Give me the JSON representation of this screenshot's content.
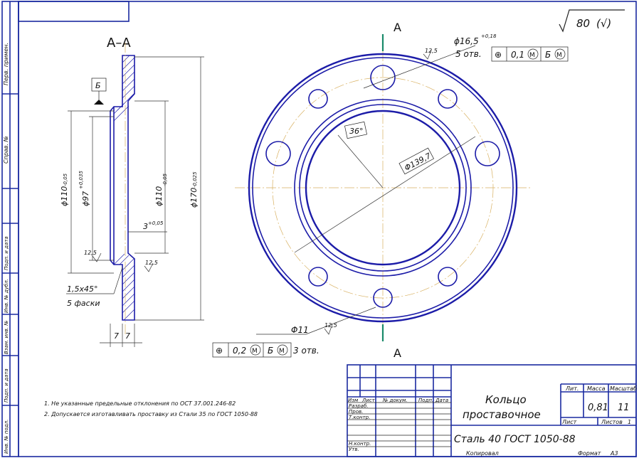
{
  "roughness": {
    "value": "80",
    "paren": "(√)"
  },
  "section": {
    "label": "A–A",
    "datum": "Б",
    "cut_label": "A"
  },
  "section_dims": {
    "d110": "ϕ110",
    "d110_tol": "-0,05",
    "d97": "ϕ97",
    "d97_tol": "+0,035",
    "d110b": "ϕ110",
    "d110b_tol": "-0,05",
    "d170": "ϕ170",
    "d170_tol": "-0,025",
    "depth": "3",
    "depth_tol": "+0,05",
    "rough1": "12,5",
    "rough2": "12,5",
    "chamfer": "1,5x45°",
    "chamfer_note": "5 фаски",
    "w1": "7",
    "w2": "7"
  },
  "plan_dims": {
    "holes_big": "ϕ16,5",
    "holes_big_tol": "+0,18",
    "holes_big_count": "5 отв.",
    "holes_big_tol_val": "0,1",
    "holes_small": "Φ11",
    "holes_small_count": "3 отв.",
    "holes_small_tol_val": "0,2",
    "angle": "36°",
    "pcd": "Φ139,7",
    "rough_a": "12,5",
    "rough_b": "12,5",
    "mod_m": "М",
    "datum": "Б",
    "position_sym": "⊕"
  },
  "side_stamp": [
    "Перв. примен.",
    "Справ. №",
    "Подп. и дата",
    "Инв. № дубл.",
    "Взам. инв. №",
    "Подп. и дата",
    "Инв. № подл."
  ],
  "notes": [
    "1. Не указанные предельные отклонения по ОСТ 37.001.246-82",
    "2. Допускается изготавливать проставку из Стали 35 по ГОСТ 1050-88"
  ],
  "title_block": {
    "headers": [
      "Изм",
      "Лист",
      "№ докум.",
      "Подп.",
      "Дата"
    ],
    "roles": [
      "Разраб.",
      "Пров.",
      "Т.контр.",
      "",
      "Н.контр.",
      "Утв."
    ],
    "name_line1": "Кольцо",
    "name_line2": "проставочное",
    "material": "Сталь 40  ГОСТ 1050-88",
    "lit_label": "Лит.",
    "mass_label": "Масса",
    "scale_label": "Масштаб",
    "mass": "0,81",
    "scale": "11",
    "sheet_label": "Лист",
    "sheets_label": "Листов",
    "sheets": "1",
    "copied": "Копировал",
    "format_label": "Формат",
    "format": "А3"
  }
}
